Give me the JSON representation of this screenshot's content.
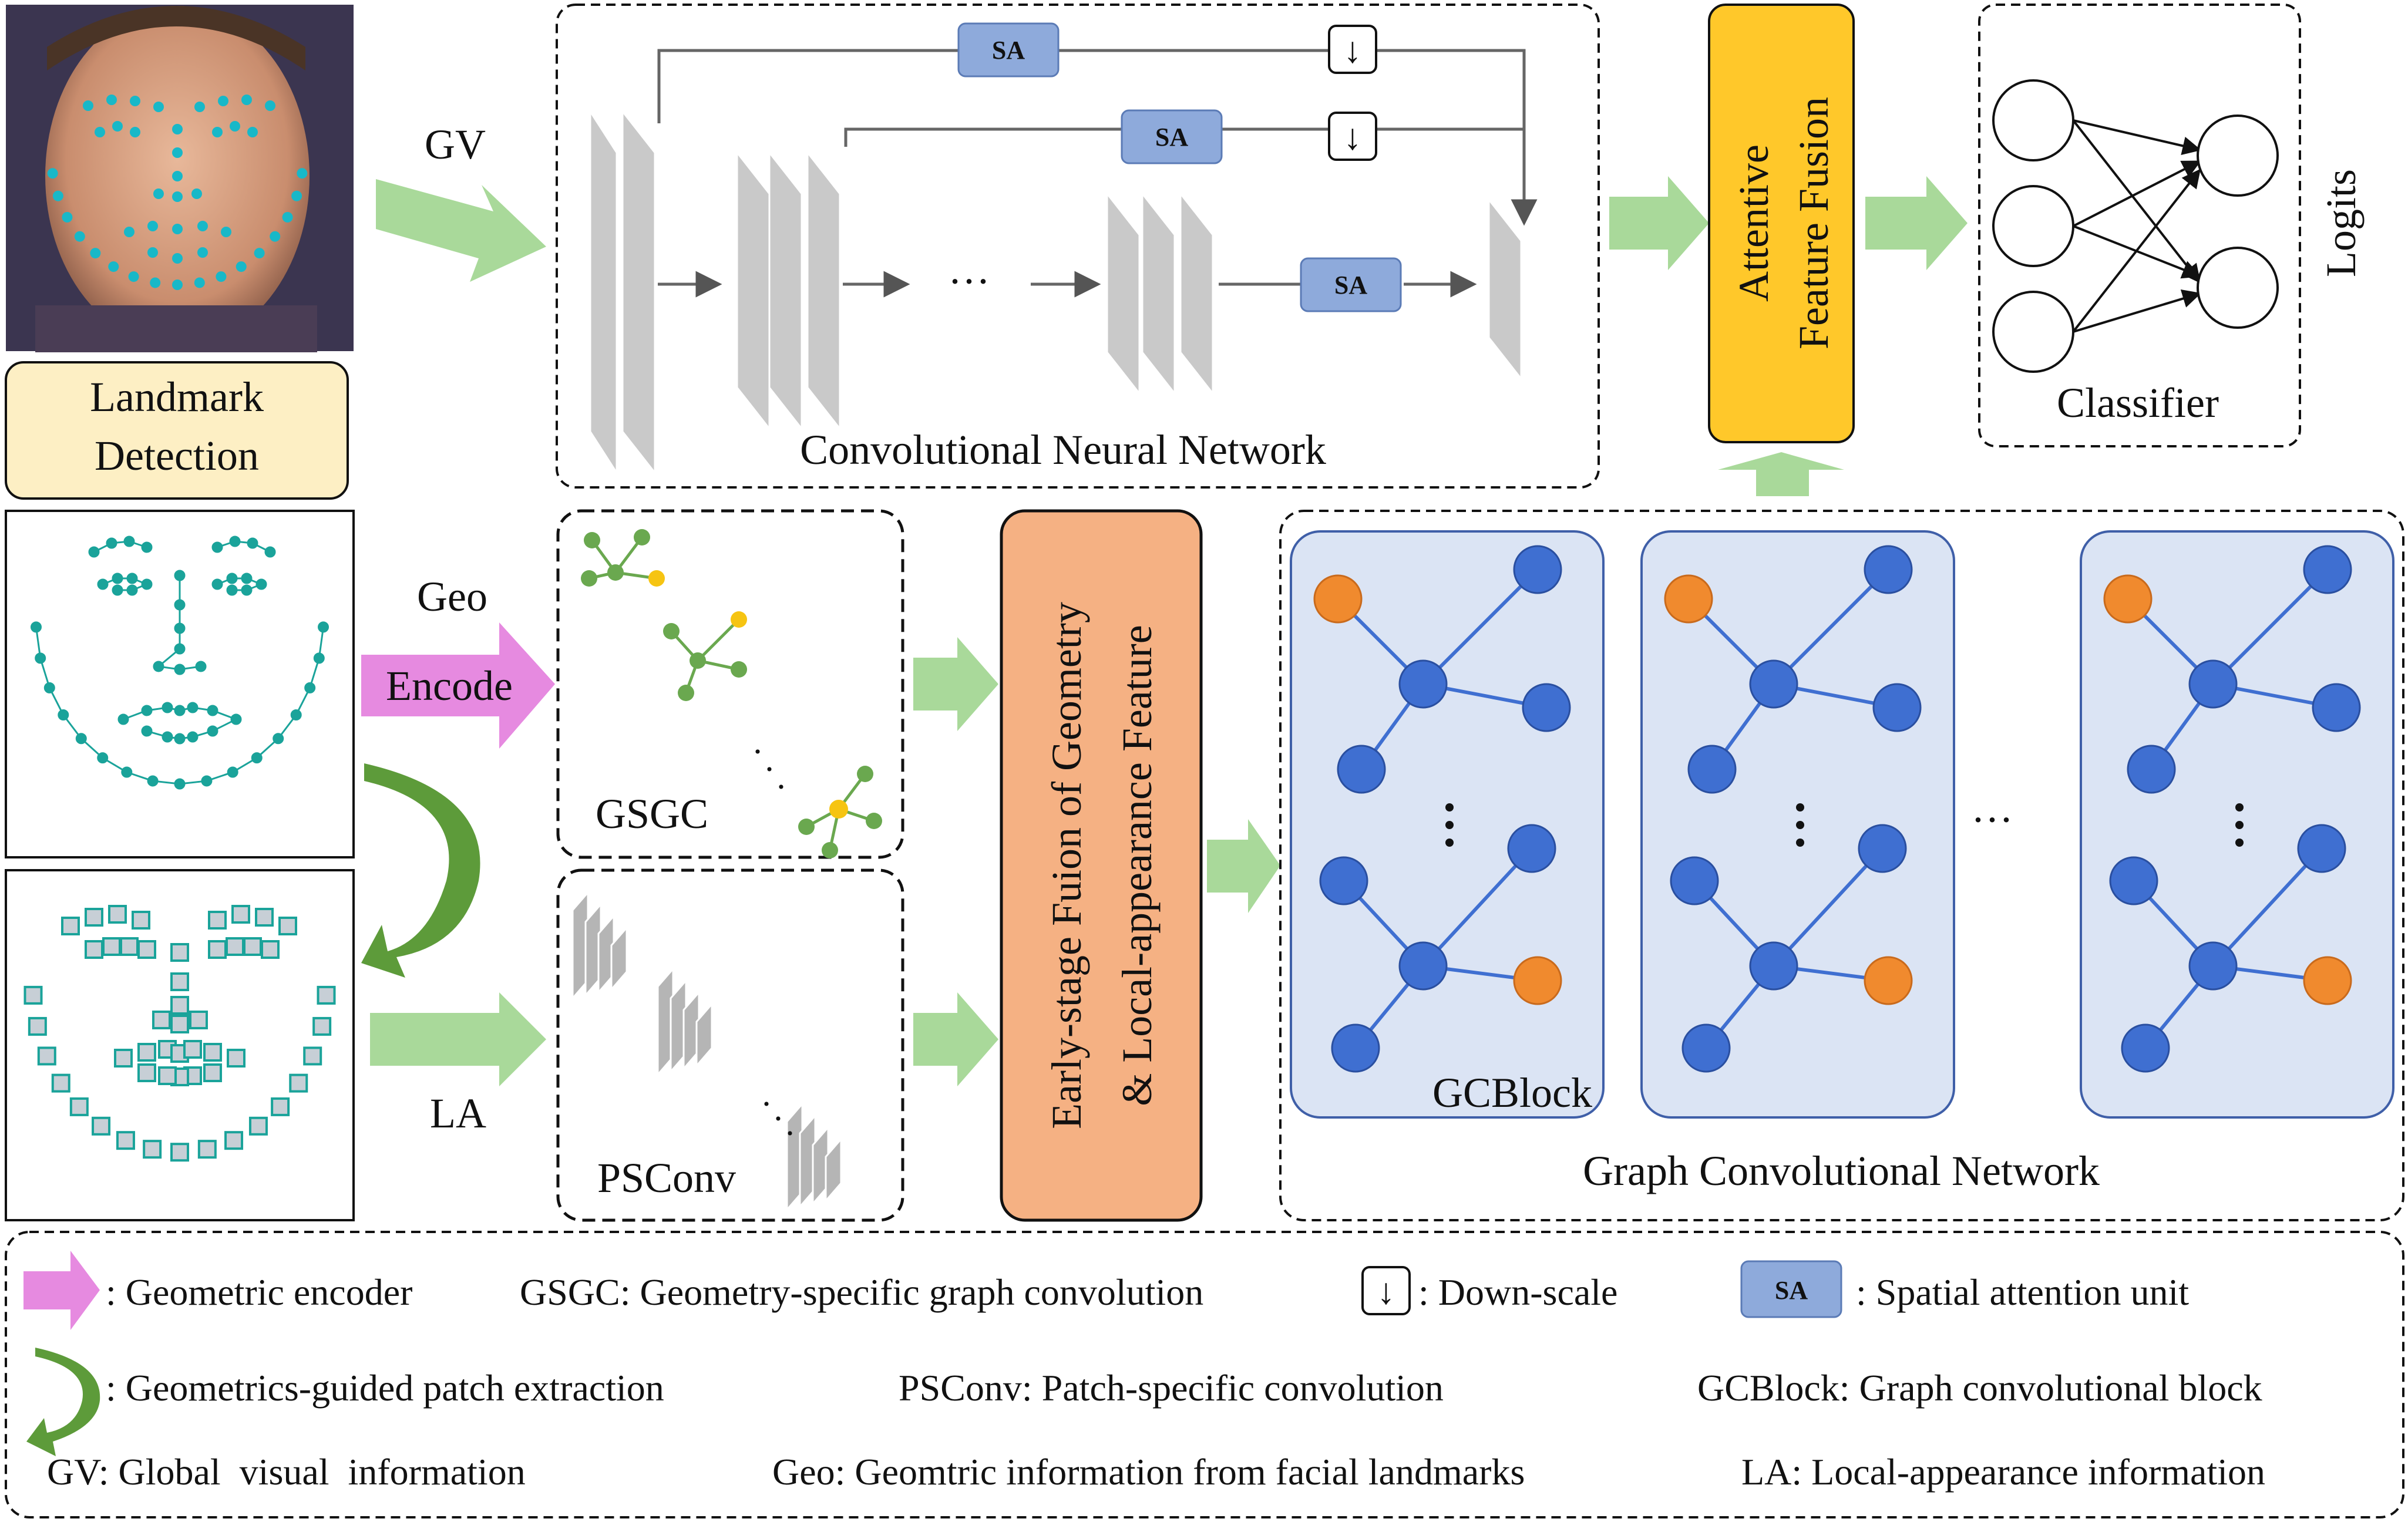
{
  "colors": {
    "green_arrow": "#a9d99a",
    "pink_arrow": "#e68ae0",
    "orange_box": "#f5b183",
    "yellow_box": "#ffc82a",
    "landmark_box": "#fdefc4",
    "sa_box": "#8eaadb",
    "gc_panel": "#dbe4f4",
    "node_blue": "#3f6fd1",
    "node_orange": "#f08a2e",
    "graph_green": "#6aa84f",
    "graph_yellow": "#f6c412",
    "landmark_teal": "#1aa39a"
  },
  "input": {
    "photo_label": "face-photo-with-landmarks",
    "landmark_box_line1": "Landmark",
    "landmark_box_line2": "Detection"
  },
  "labels": {
    "gv": "GV",
    "geo": "Geo",
    "encode": "Encode",
    "la": "LA"
  },
  "cnn": {
    "title": "Convolutional Neural Network",
    "sa": "SA",
    "down_symbol": "↓",
    "ellipsis": "···"
  },
  "gsgc": {
    "label": "GSGC",
    "ellipsis": "·"
  },
  "psconv": {
    "label": "PSConv"
  },
  "fusion_early": {
    "line1": "Early-stage Fuion of Geometry",
    "line2": "& Local-appearance Feature"
  },
  "fusion_attentive": {
    "line1": "Attentive",
    "line2": "Feature Fusion"
  },
  "classifier": {
    "label": "Classifier",
    "logits": "Logits"
  },
  "gcn": {
    "title": "Graph Convolutional Network",
    "block_label": "GCBlock",
    "ellipsis": "···"
  },
  "legend": {
    "row1": [
      {
        "text": ": Geometric encoder"
      },
      {
        "text": "GSGC: Geometry-specific graph convolution"
      },
      {
        "text": ": Down-scale",
        "symbol": "↓"
      },
      {
        "text": ": Spatial attention unit",
        "symbol": "SA"
      }
    ],
    "row2": [
      {
        "text": ": Geometrics-guided patch extraction"
      },
      {
        "text": "PSConv: Patch-specific convolution"
      },
      {
        "text": "GCBlock: Graph convolutional block"
      }
    ],
    "row3": [
      {
        "text": "GV: Global  visual  information"
      },
      {
        "text": "Geo: Geomtric information from facial landmarks"
      },
      {
        "text": "LA: Local-appearance information"
      }
    ]
  }
}
